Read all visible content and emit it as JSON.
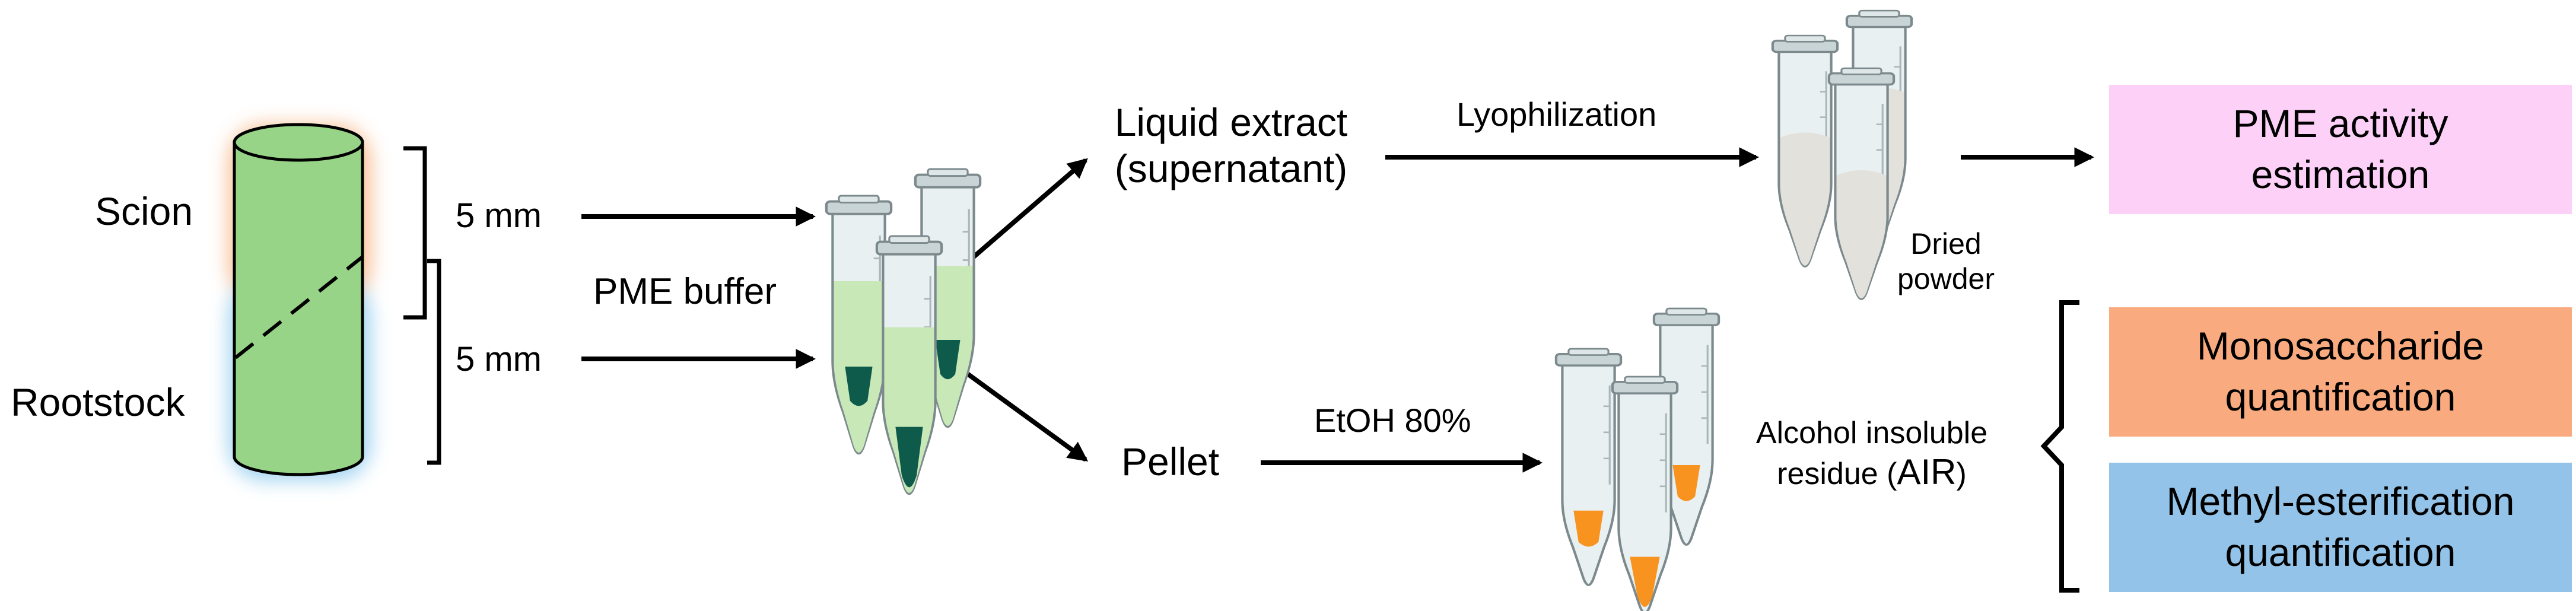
{
  "labels": {
    "scion": "Scion",
    "rootstock": "Rootstock",
    "top_5mm": "5 mm",
    "bottom_5mm": "5 mm",
    "pme_buffer": "PME buffer",
    "liquid_extract_line1": "Liquid extract",
    "liquid_extract_line2": "(supernatant)",
    "lyophilization": "Lyophilization",
    "dried_line1": "Dried",
    "dried_line2": "powder",
    "pellet": "Pellet",
    "etoh": "EtOH 80%",
    "air_line1": "Alcohol insoluble",
    "air_line2_prefix": "residue (",
    "air_line2_abbr": "AIR",
    "air_line2_suffix": ")"
  },
  "outputs": [
    {
      "label": "PME activity\nestimation",
      "color": "#fdd0f8"
    },
    {
      "label": "Monosaccharide\nquantification",
      "color": "#f9ab7f"
    },
    {
      "label": "Methyl-esterification\nquantification",
      "color": "#93c3e8"
    }
  ],
  "colors": {
    "stem_fill": "#98d487",
    "scion_glow": "#f7b98c",
    "rootstock_glow": "#9ad0f0",
    "buffer_liquid": "#c9e8b8",
    "buffer_pellet": "#0e5a4b",
    "powder": "#e3e1dc",
    "air_pellet": "#f7931e",
    "tube": "#dde8ea",
    "tube_cap": "#c9d4d6"
  }
}
